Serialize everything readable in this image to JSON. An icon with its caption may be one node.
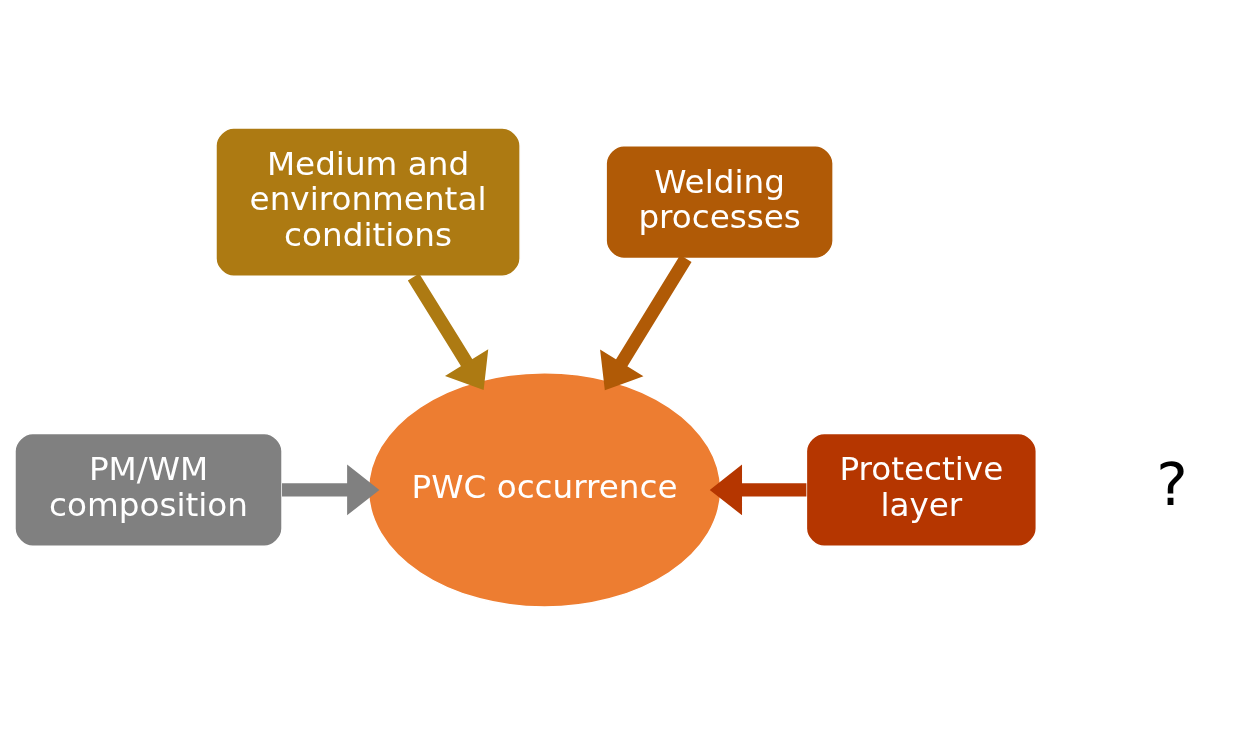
{
  "diagram": {
    "nodes": [
      {
        "text": [
          "Medium and environmental conditions"
        ]
      },
      {
        "text": [
          "Welding processes"
        ]
      },
      {
        "text": [
          "PM/WM composition"
        ]
      },
      {
        "text": [
          "PWC occurrence"
        ]
      },
      {
        "text": [
          "Protective layer"
        ],
        "beside": [
          "?"
        ]
      }
    ],
    "edges": [
      {
        "from": 0,
        "to": 3,
        "arrow": "to",
        "color": "#ad7a12"
      },
      {
        "from": 1,
        "to": 3,
        "arrow": "to",
        "color": "#b05a06"
      },
      {
        "from": 2,
        "to": 3,
        "arrow": "to",
        "color": "#808080"
      },
      {
        "from": 4,
        "to": 3,
        "arrow": "to",
        "color": "#b53600"
      }
    ]
  }
}
